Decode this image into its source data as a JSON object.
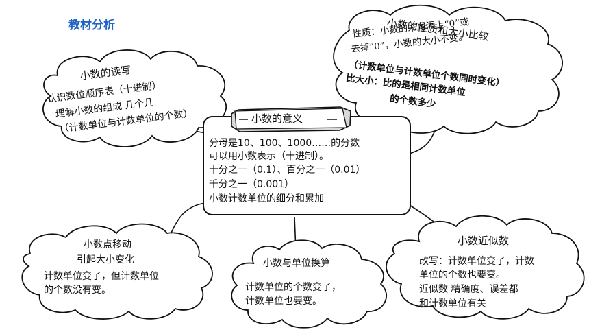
{
  "header": {
    "title": "教材分析"
  },
  "center": {
    "title": "小数的意义",
    "lines": [
      "分母是10、100、1000……的分数",
      "可以用小数表示（十进制）。",
      "十分之一（0.1）、百分之一（0.01）",
      "千分之一（0.001）",
      "小数计数单位的细分和累加"
    ]
  },
  "read_write": {
    "title": "小数的读写",
    "lines": [
      "认识数位顺序表（十进制）",
      "理解小数的组成 几个几",
      "（计数单位与计数单位的个数）"
    ]
  },
  "properties": {
    "title": "小数的性质和大小比较",
    "line1": "性质：小数的末尾添上“0”或",
    "line2": "去掉“0”，小数的大小不变。",
    "line3": "（计数单位与计数单位个数同时变化）",
    "line4": "比大小：比的是相同计数单位",
    "line5": "的个数多少"
  },
  "point_move": {
    "title_line1": "小数点移动",
    "title_line2": "引起大小变化",
    "lines": [
      "计数单位变了，但计数单位",
      "的个数没有变。"
    ]
  },
  "unit_convert": {
    "title": "小数与单位换算",
    "lines": [
      "计数单位的个数变了，",
      "计数单位也要变。"
    ]
  },
  "approx": {
    "title": "小数近似数",
    "lines": [
      "改写：计数单位变了，计数",
      "单位的个数也要变。",
      "近似数 精确度、误差都",
      "和计数单位有关"
    ]
  }
}
